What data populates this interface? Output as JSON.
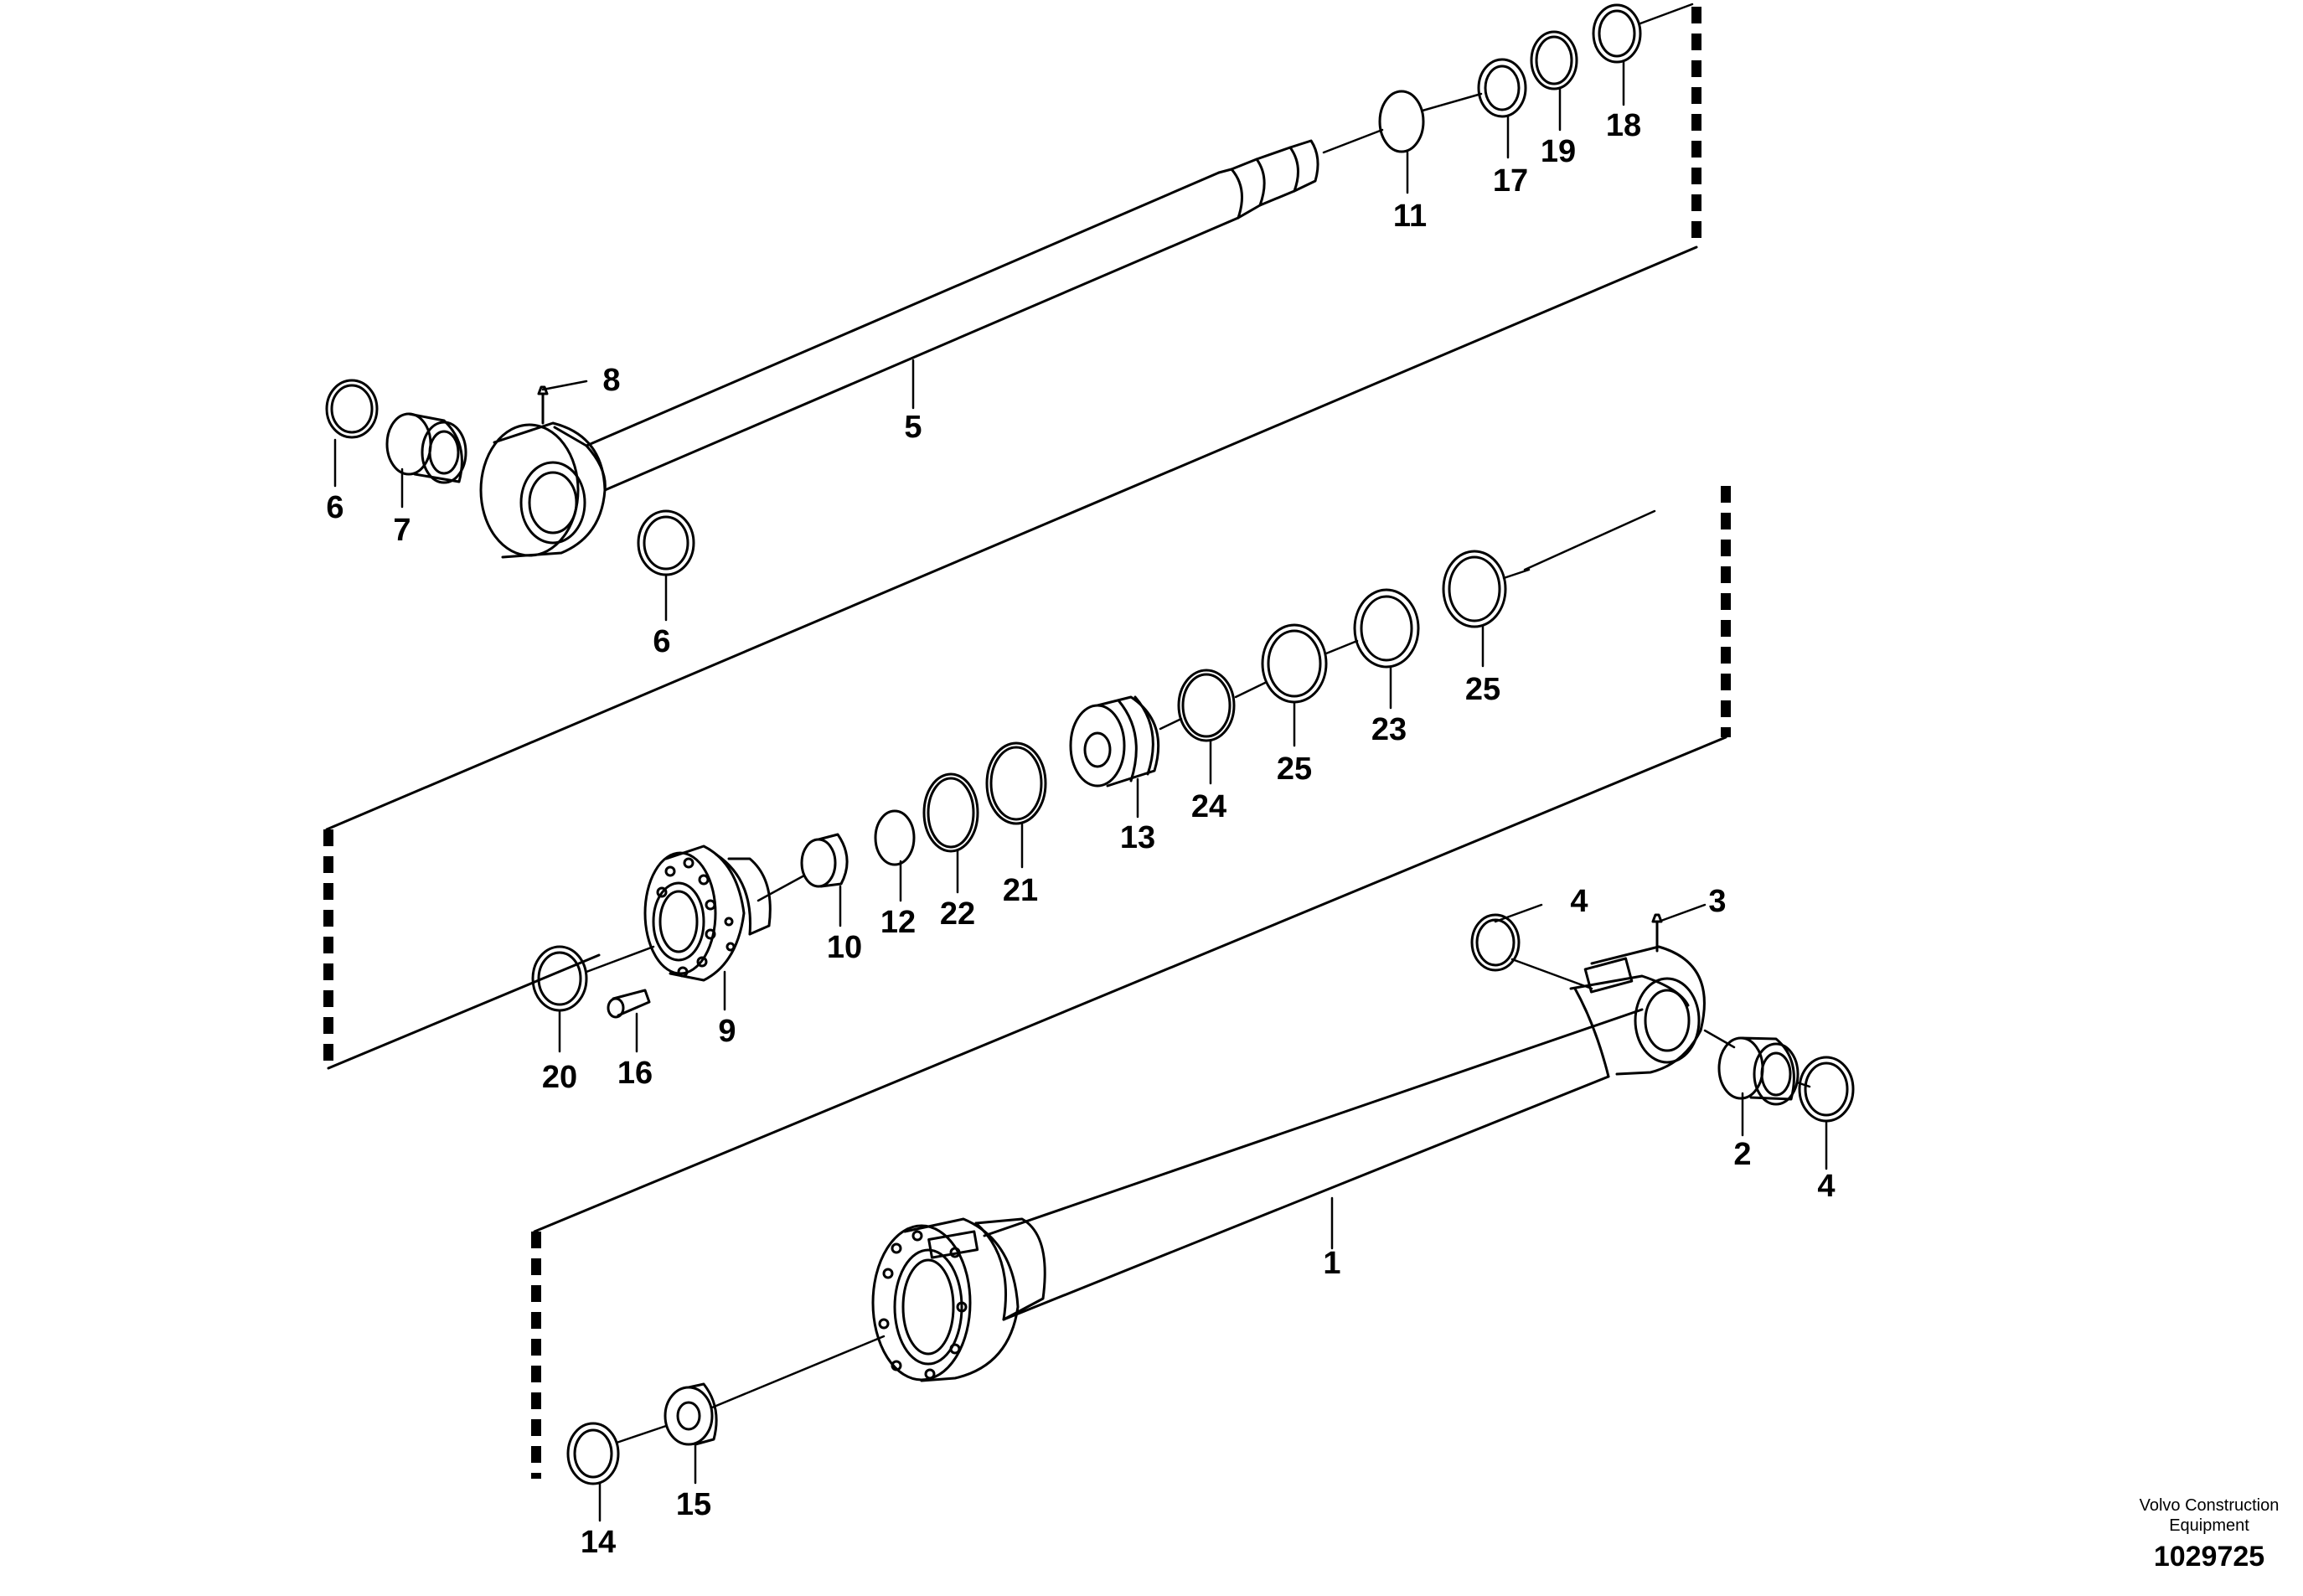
{
  "callouts": [
    {
      "id": "1",
      "label": "1"
    },
    {
      "id": "2",
      "label": "2"
    },
    {
      "id": "3",
      "label": "3"
    },
    {
      "id": "4a",
      "label": "4"
    },
    {
      "id": "4b",
      "label": "4"
    },
    {
      "id": "5",
      "label": "5"
    },
    {
      "id": "6a",
      "label": "6"
    },
    {
      "id": "6b",
      "label": "6"
    },
    {
      "id": "7",
      "label": "7"
    },
    {
      "id": "8",
      "label": "8"
    },
    {
      "id": "9",
      "label": "9"
    },
    {
      "id": "10",
      "label": "10"
    },
    {
      "id": "11",
      "label": "11"
    },
    {
      "id": "12",
      "label": "12"
    },
    {
      "id": "13",
      "label": "13"
    },
    {
      "id": "14",
      "label": "14"
    },
    {
      "id": "15",
      "label": "15"
    },
    {
      "id": "16",
      "label": "16"
    },
    {
      "id": "17",
      "label": "17"
    },
    {
      "id": "18",
      "label": "18"
    },
    {
      "id": "19",
      "label": "19"
    },
    {
      "id": "20",
      "label": "20"
    },
    {
      "id": "21",
      "label": "21"
    },
    {
      "id": "22",
      "label": "22"
    },
    {
      "id": "23",
      "label": "23"
    },
    {
      "id": "24",
      "label": "24"
    },
    {
      "id": "25a",
      "label": "25"
    },
    {
      "id": "25b",
      "label": "25"
    }
  ],
  "credit": {
    "company": "Volvo Construction Equipment",
    "drawing_number": "1029725"
  }
}
